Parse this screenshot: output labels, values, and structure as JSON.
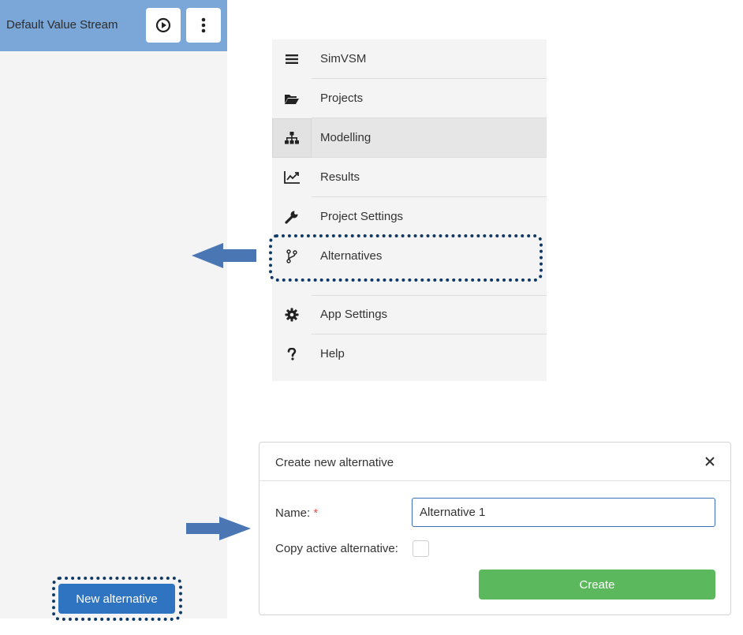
{
  "value_stream": {
    "title": "Default Value Stream",
    "play_icon": "play-circle-icon",
    "menu_icon": "vertical-dots-icon"
  },
  "sidebar": {
    "new_alternative_label": "New alternative"
  },
  "nav": {
    "items": [
      {
        "label": "SimVSM",
        "icon": "hamburger-icon"
      },
      {
        "label": "Projects",
        "icon": "folder-open-icon"
      },
      {
        "label": "Modelling",
        "icon": "sitemap-icon",
        "active": true
      },
      {
        "label": "Results",
        "icon": "line-chart-icon"
      },
      {
        "label": "Project Settings",
        "icon": "wrench-icon"
      },
      {
        "label": "Alternatives",
        "icon": "branch-icon"
      },
      {
        "label": "App Settings",
        "icon": "gear-icon"
      },
      {
        "label": "Help",
        "icon": "question-icon"
      }
    ]
  },
  "dialog": {
    "title": "Create new alternative",
    "name_label": "Name:",
    "required_mark": "*",
    "name_value": "Alternative 1",
    "copy_label": "Copy active alternative:",
    "copy_checked": false,
    "create_label": "Create"
  },
  "colors": {
    "header": "#7aa6d8",
    "primary": "#2f74c0",
    "success": "#5cb85c",
    "highlight": "#103a66",
    "arrow": "#4a77b4"
  }
}
